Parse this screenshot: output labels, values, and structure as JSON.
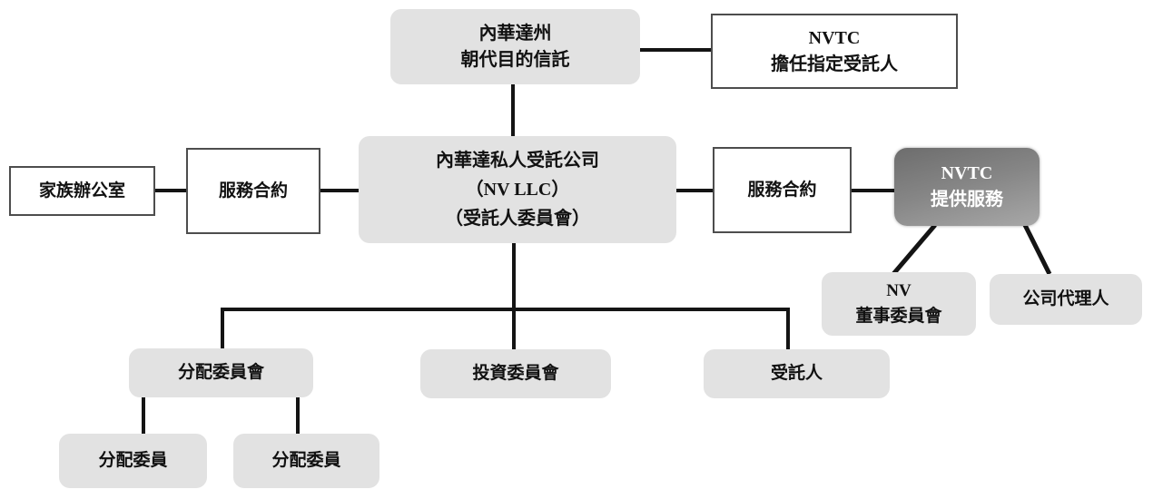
{
  "diagram_title": "Nevada dynasty purpose trust structure chart",
  "colors": {
    "light_box": "#e2e2e2",
    "dark_box_top": "#6d6d6d",
    "dark_box_bottom": "#a8a8a8",
    "white_box_border": "#4d4d4d",
    "connector": "#141414",
    "dark_box_text": "#ffffff",
    "text": "#111111"
  },
  "nodes": {
    "dynasty_trust": {
      "line1": "內華達州",
      "line2": "朝代目的信託"
    },
    "nvtc_designated_trustee": {
      "line1": "NVTC",
      "line2": "擔任指定受託人"
    },
    "nv_llc": {
      "line1": "內華達私人受託公司",
      "line2": "（NV LLC）",
      "line3": "（受託人委員會）"
    },
    "family_office": {
      "label": "家族辦公室"
    },
    "service_contract_left": {
      "label": "服務合約"
    },
    "service_contract_right": {
      "label": "服務合約"
    },
    "nvtc_services": {
      "line1": "NVTC",
      "line2": "提供服務"
    },
    "nv_board_committee": {
      "line1": "NV",
      "line2": "董事委員會"
    },
    "corporate_agent": {
      "label": "公司代理人"
    },
    "distribution_committee": {
      "label": "分配委員會"
    },
    "investment_committee": {
      "label": "投資委員會"
    },
    "trustee": {
      "label": "受託人"
    },
    "distribution_member_1": {
      "label": "分配委員"
    },
    "distribution_member_2": {
      "label": "分配委員"
    }
  }
}
